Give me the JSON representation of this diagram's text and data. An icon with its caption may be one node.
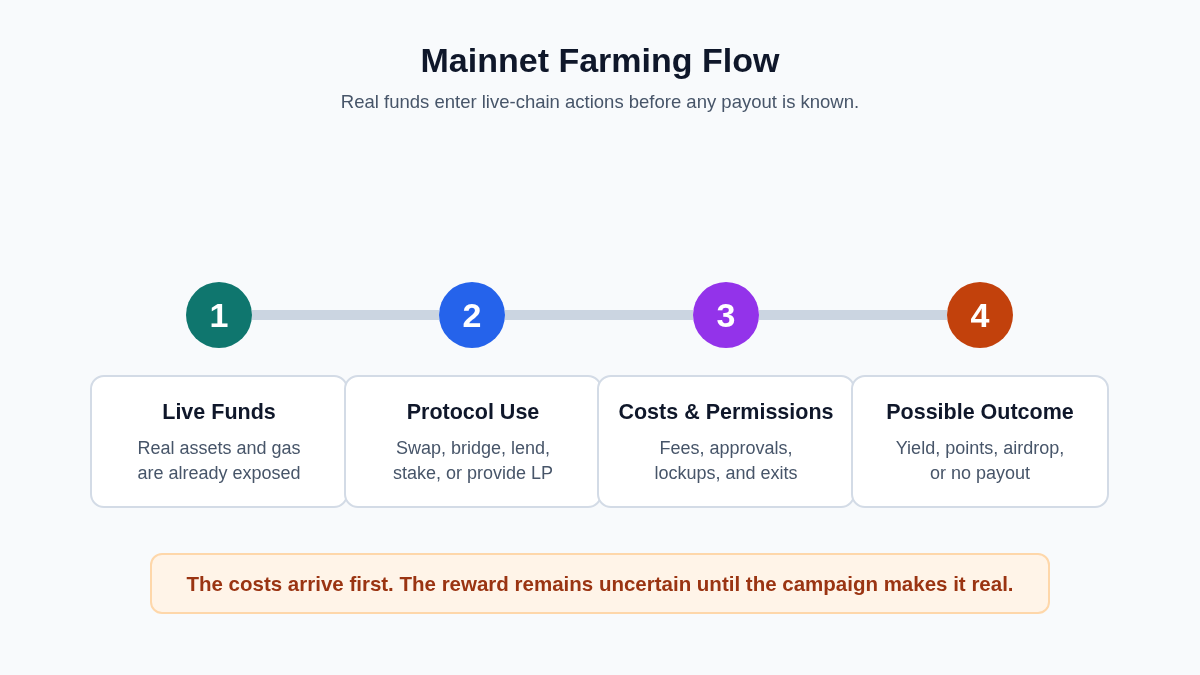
{
  "diagram": {
    "title": "Mainnet Farming Flow",
    "nodes": [
      {
        "text": [
          "1"
        ]
      },
      {
        "text": [
          "2"
        ]
      },
      {
        "text": [
          "3"
        ]
      },
      {
        "text": [
          "4"
        ]
      },
      {
        "text": [
          "Live Funds",
          "Real assets and gas are already exposed"
        ]
      },
      {
        "text": [
          "Protocol Use",
          "Swap, bridge, lend, stake, or provide LP"
        ]
      },
      {
        "text": [
          "Costs & Permissions",
          "Fees, approvals, lockups, and exits"
        ]
      },
      {
        "text": [
          "Possible Outcome",
          "Yield, points, airdrop, or no payout"
        ]
      },
      {
        "text": [
          "The costs arrive first. The reward remains uncertain until the campaign makes it real."
        ]
      }
    ],
    "edges": [
      {
        "from": 0,
        "to": 1,
        "arrow": "none"
      },
      {
        "from": 1,
        "to": 2,
        "arrow": "none"
      },
      {
        "from": 2,
        "to": 3,
        "arrow": "none"
      }
    ],
    "labels": [
      "Real funds enter live-chain actions before any payout is known."
    ]
  }
}
